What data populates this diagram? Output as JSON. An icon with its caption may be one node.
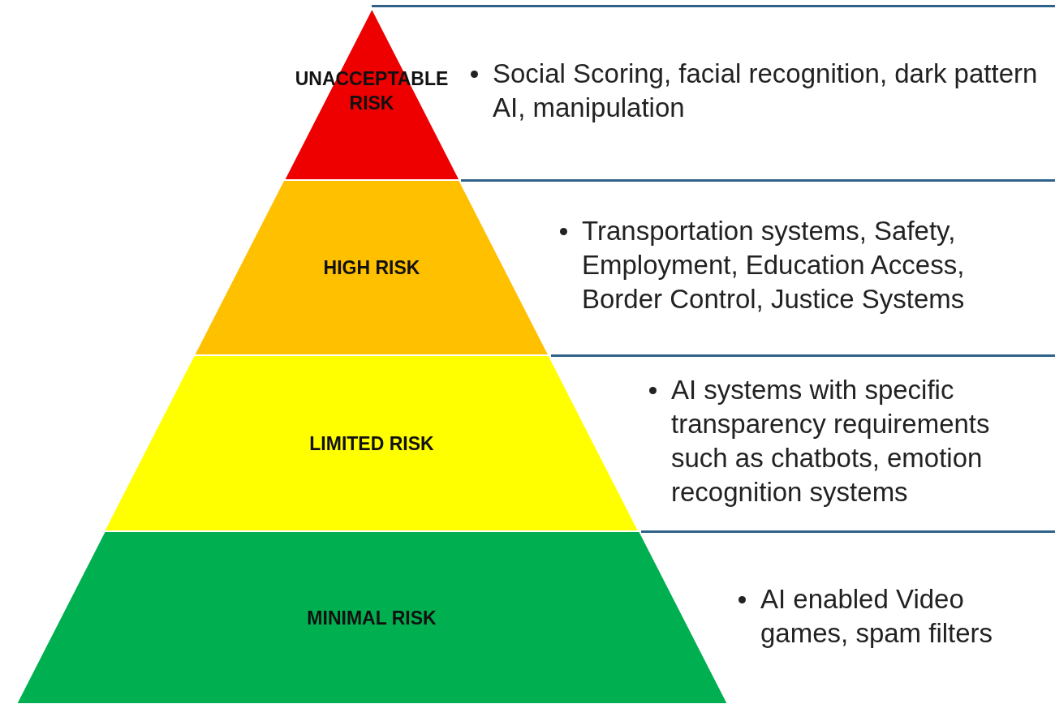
{
  "diagram": {
    "nodes": [
      {
        "text": [
          "UNACCEPTABLE RISK"
        ],
        "beside": [
          "Social Scoring, facial recognition, dark pattern AI, manipulation"
        ]
      },
      {
        "text": [
          "HIGH RISK"
        ],
        "beside": [
          "Transportation systems, Safety, Employment, Education Access, Border Control, Justice Systems"
        ]
      },
      {
        "text": [
          "LIMITED RISK"
        ],
        "beside": [
          "AI systems with specific transparency requirements such as chatbots, emotion recognition systems"
        ]
      },
      {
        "text": [
          "MINIMAL RISK"
        ],
        "beside": [
          "AI enabled Video games, spam filters"
        ]
      }
    ]
  }
}
